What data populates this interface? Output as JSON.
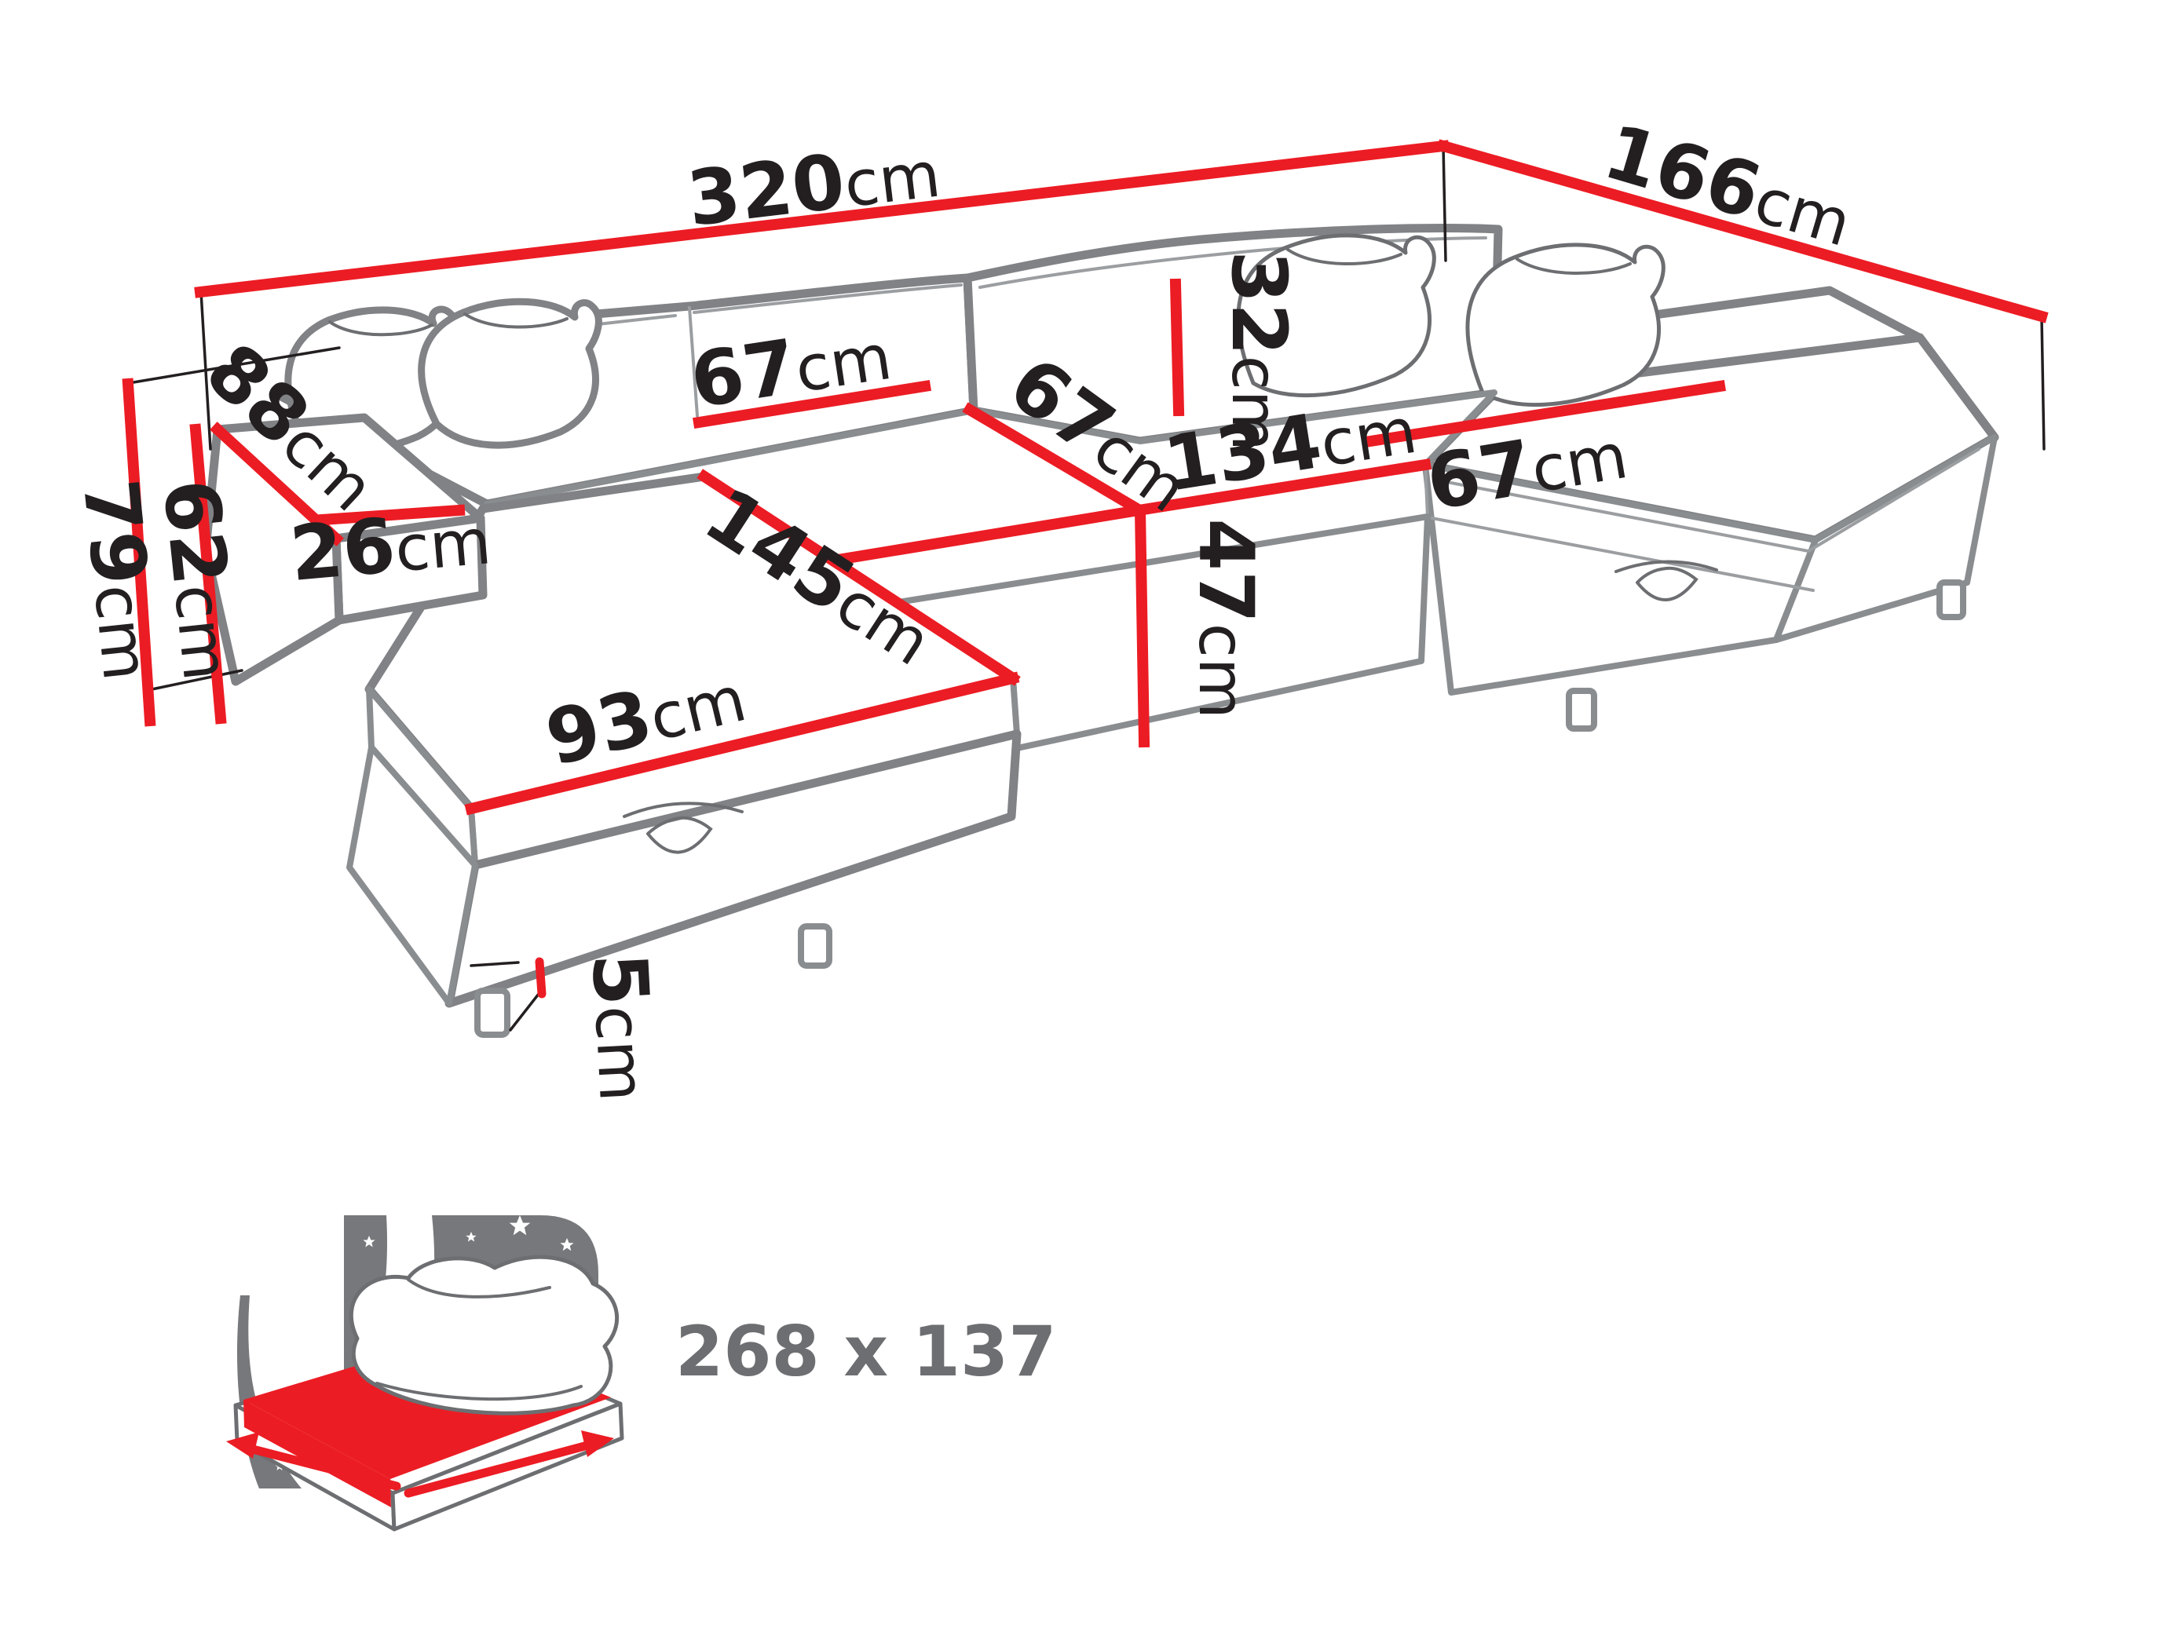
{
  "diagram_type": "sofa-dimension-diagram",
  "measurements": {
    "total_width": {
      "value": "320",
      "unit": "cm"
    },
    "total_depth": {
      "value": "166",
      "unit": "cm"
    },
    "total_height": {
      "value": "79",
      "unit": "cm"
    },
    "backrest_height": {
      "value": "62",
      "unit": "cm"
    },
    "armrest_length": {
      "value": "88",
      "unit": "cm"
    },
    "armrest_width": {
      "value": "26",
      "unit": "cm"
    },
    "backrest_section_width": {
      "value": "67",
      "unit": "cm"
    },
    "seat_depth_middle": {
      "value": "67",
      "unit": "cm"
    },
    "backrest_above_seat": {
      "value": "32",
      "unit": "cm"
    },
    "middle_section_width": {
      "value": "134",
      "unit": "cm"
    },
    "seat_height": {
      "value": "47",
      "unit": "cm"
    },
    "right_seat_width": {
      "value": "67",
      "unit": "cm"
    },
    "chaise_length": {
      "value": "145",
      "unit": "cm"
    },
    "chaise_front_width": {
      "value": "93",
      "unit": "cm"
    },
    "leg_height": {
      "value": "5",
      "unit": "cm"
    }
  },
  "sleeping_area": {
    "icon": "sleeping-bed-icon",
    "label": "268 x 137"
  },
  "colors": {
    "dimension_line": "#ec1c24",
    "label_text": "#231f20",
    "sofa_outline": "#808285",
    "muted_gray": "#6d6e71",
    "panel_gray": "#77787b"
  }
}
